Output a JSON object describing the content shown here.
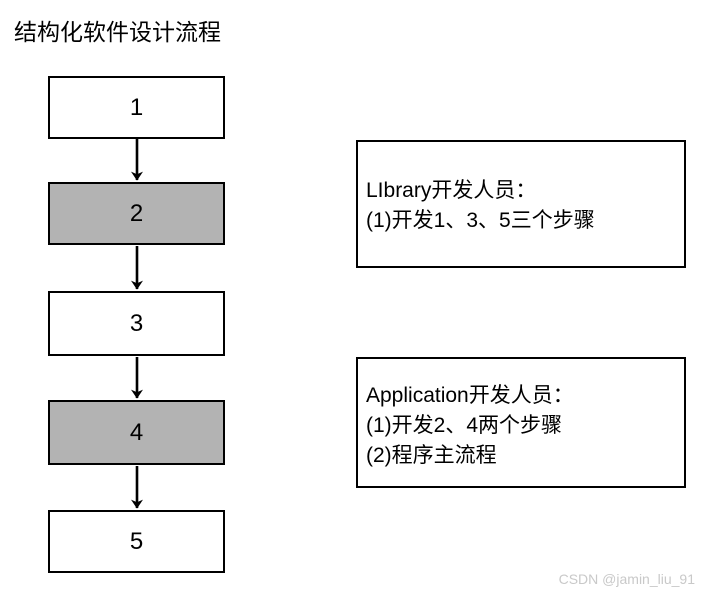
{
  "page": {
    "title": "结构化软件设计流程",
    "background_color": "#ffffff",
    "stroke_color": "#000000",
    "shaded_fill_color": "#b3b3b3",
    "white_fill_color": "#ffffff"
  },
  "flow": {
    "steps": [
      {
        "label": "1",
        "shaded": false
      },
      {
        "label": "2",
        "shaded": true
      },
      {
        "label": "3",
        "shaded": false
      },
      {
        "label": "4",
        "shaded": true
      },
      {
        "label": "5",
        "shaded": false
      }
    ],
    "connector_count": 4,
    "connector_icon": "down-arrow-icon"
  },
  "notes": [
    {
      "lines": [
        "LIbrary开发人员：",
        "(1)开发1、3、5三个步骤"
      ]
    },
    {
      "lines": [
        "Application开发人员：",
        "(1)开发2、4两个步骤",
        "(2)程序主流程"
      ]
    }
  ],
  "watermark": {
    "text": "CSDN @jamin_liu_91",
    "color": "#c9c9c9"
  }
}
